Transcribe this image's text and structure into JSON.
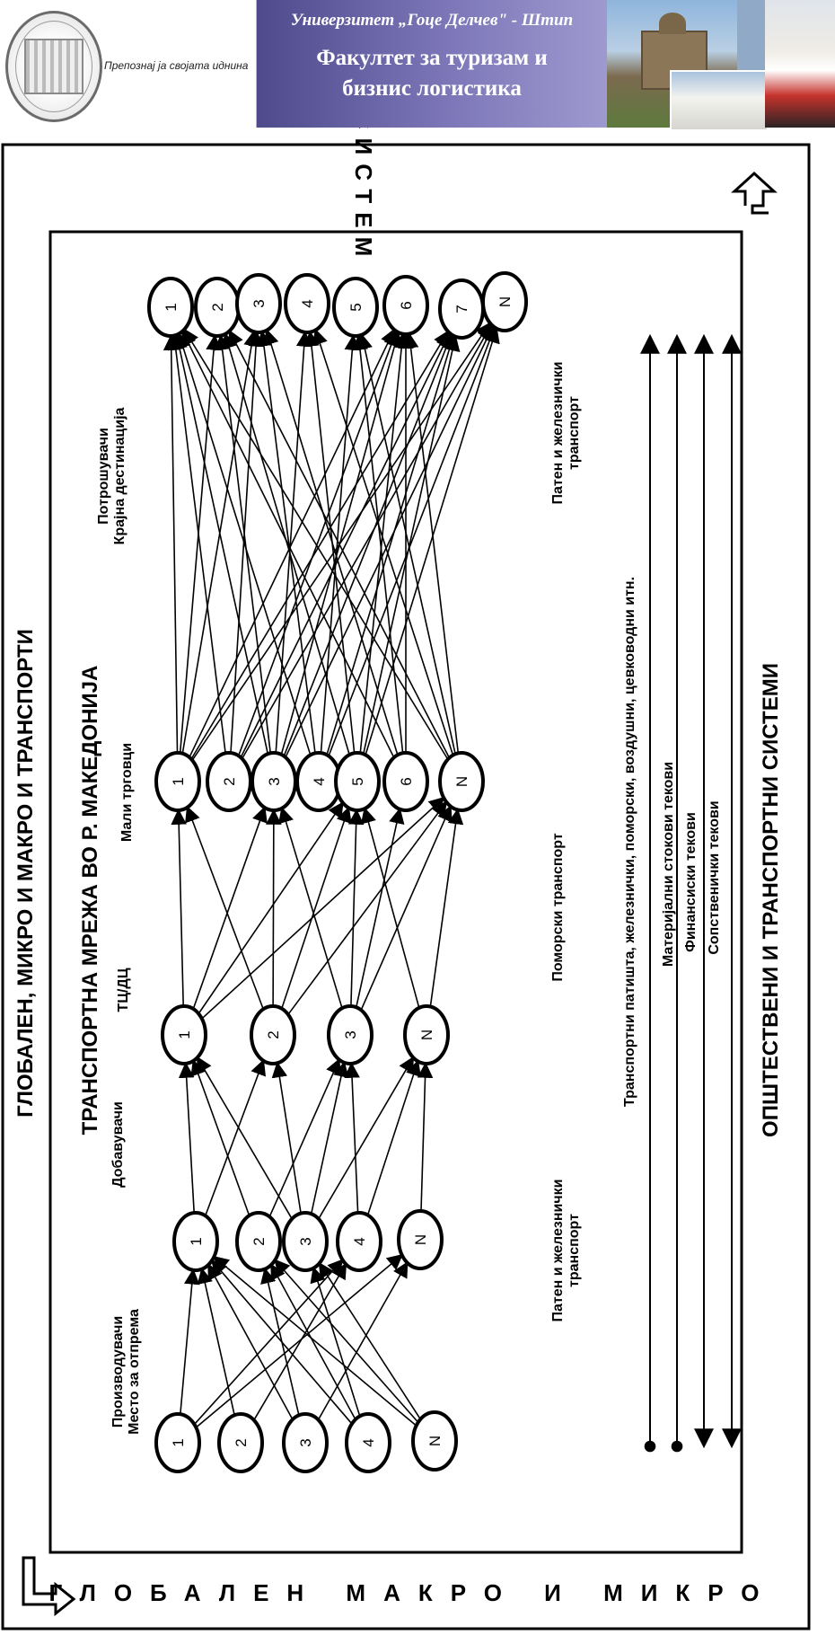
{
  "banner": {
    "slogan": "Препознај ја својата иднина",
    "university": "Универзитет „Гоце Делчев\" - Штип",
    "faculty_line1": "Факултет за туризам и",
    "faculty_line2": "бизнис логистика"
  },
  "diagram": {
    "outer_title": "ГЛОБАЛЕН, МИКРО И МАКРО И ТРАНСПОРТИ",
    "inner_title": "ТРАНСПОРТНА МРЕЖА ВО Р. МАКЕДОНИЈА",
    "right_title": "ОПШТЕСТВЕНИ И ТРАНСПОРТНИ СИСТЕМИ",
    "bottom_spaced": "ГЛОБАЛЕН МАКРО И МИКРО",
    "top_spaced": "СИСТЕМ",
    "columns": [
      {
        "key": "producers",
        "line1": "Производувачи",
        "line2": "Место за отпрема",
        "nodes": [
          "1",
          "2",
          "3",
          "4",
          "N"
        ]
      },
      {
        "key": "suppliers",
        "line1": "Добавувачи",
        "line2": "",
        "nodes": [
          "1",
          "2",
          "3",
          "4",
          "N"
        ]
      },
      {
        "key": "hubs",
        "line1": "ТЦ/ДЦ",
        "line2": "",
        "nodes": [
          "1",
          "2",
          "3",
          "N"
        ]
      },
      {
        "key": "retailers",
        "line1": "Мали трговци",
        "line2": "",
        "nodes": [
          "1",
          "2",
          "3",
          "4",
          "5",
          "6",
          "N"
        ]
      },
      {
        "key": "consumers",
        "line1": "Потрошувачи",
        "line2": "Крајна дестинација",
        "nodes": [
          "1",
          "2",
          "3",
          "4",
          "5",
          "6",
          "7",
          "N"
        ]
      }
    ],
    "transport_labels": {
      "road_rail_left_1": "Патен и железнички",
      "road_rail_left_2": "транспорт",
      "maritime": "Поморски транспорт",
      "road_rail_right_1": "Патен и железнички",
      "road_rail_right_2": "транспорт"
    },
    "transport_types": "Транспортни патишта, железнички, поморски, воздушни, цевководни итн.",
    "flows": [
      "Материјални стокови текови",
      "Финансиски текови",
      "Сопственички текови"
    ],
    "flow_direction": [
      "forward",
      "forward",
      "both",
      "both"
    ]
  }
}
